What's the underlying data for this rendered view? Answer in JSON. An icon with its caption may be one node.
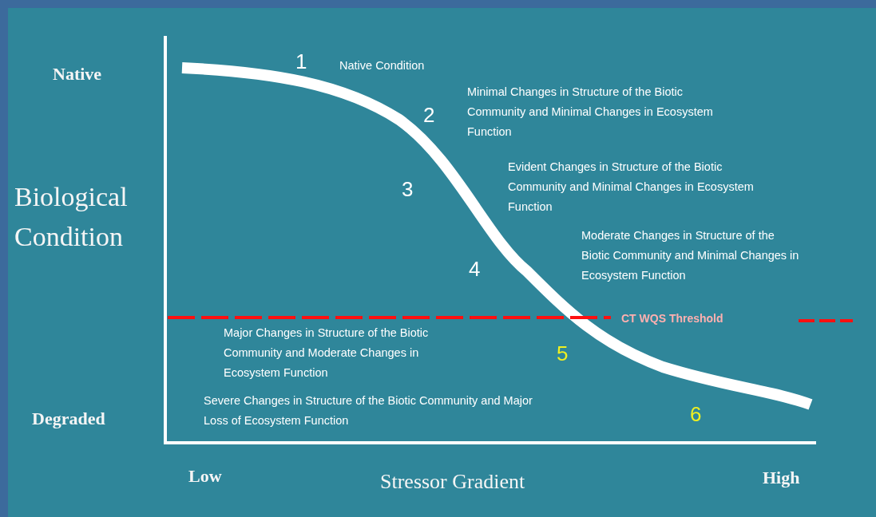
{
  "diagram": {
    "labels": [
      "Native",
      "1",
      "Native Condition",
      "Minimal Changes in Structure of the Biotic Community and Minimal Changes in Ecosystem Function",
      "2",
      "Biological Condition",
      "3",
      "Evident  Changes in Structure of the Biotic Community  and Minimal Changes in Ecosystem Function",
      "4",
      "Moderate Changes in Structure of the Biotic Community  and Minimal Changes in Ecosystem Function",
      "CT WQS Threshold",
      "Major Changes in Structure of the Biotic Community  and Moderate Changes in Ecosystem Function",
      "5",
      "Severe Changes in Structure of the Biotic Community  and Major Loss of Ecosystem Function",
      "Degraded",
      "6",
      "Low",
      "Stressor Gradient",
      "High"
    ]
  }
}
